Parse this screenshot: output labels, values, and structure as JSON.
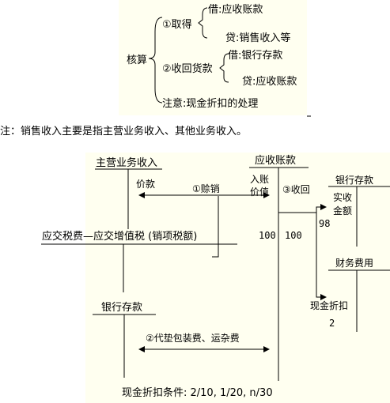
{
  "top": {
    "root": "核算",
    "branch_get": "①取得",
    "get_debit": "借:应收账款",
    "get_credit": "贷:销售收入等",
    "branch_collect": "②收回货款",
    "collect_debit": "借:银行存款",
    "collect_credit": "贷:应收账款",
    "branch_note": "注意:现金折扣的处理"
  },
  "footnote": "注：销售收入主要是指主营业务收入、其他业务收入。",
  "ledger": {
    "main_revenue": "主营业务收入",
    "price": "价款",
    "credit_sale": "①赊销",
    "receivables": "应收账款",
    "booked_value_1": "入账",
    "booked_value_2": "价值",
    "collect": "③收回",
    "bank_right": "银行存款",
    "actual_1": "实收",
    "actual_2": "金额",
    "amount_98": "98",
    "vat": "应交税费—应交增值税 (销项税额)",
    "amt_100_left": "100",
    "amt_100_right": "100",
    "finance_cost": "财务费用",
    "cash_discount": "现金折扣",
    "amount_2": "2",
    "bank_left": "银行存款",
    "advance": "②代垫包装费、运杂费",
    "terms": "现金折扣条件: 2/10, 1/20, n/30"
  }
}
